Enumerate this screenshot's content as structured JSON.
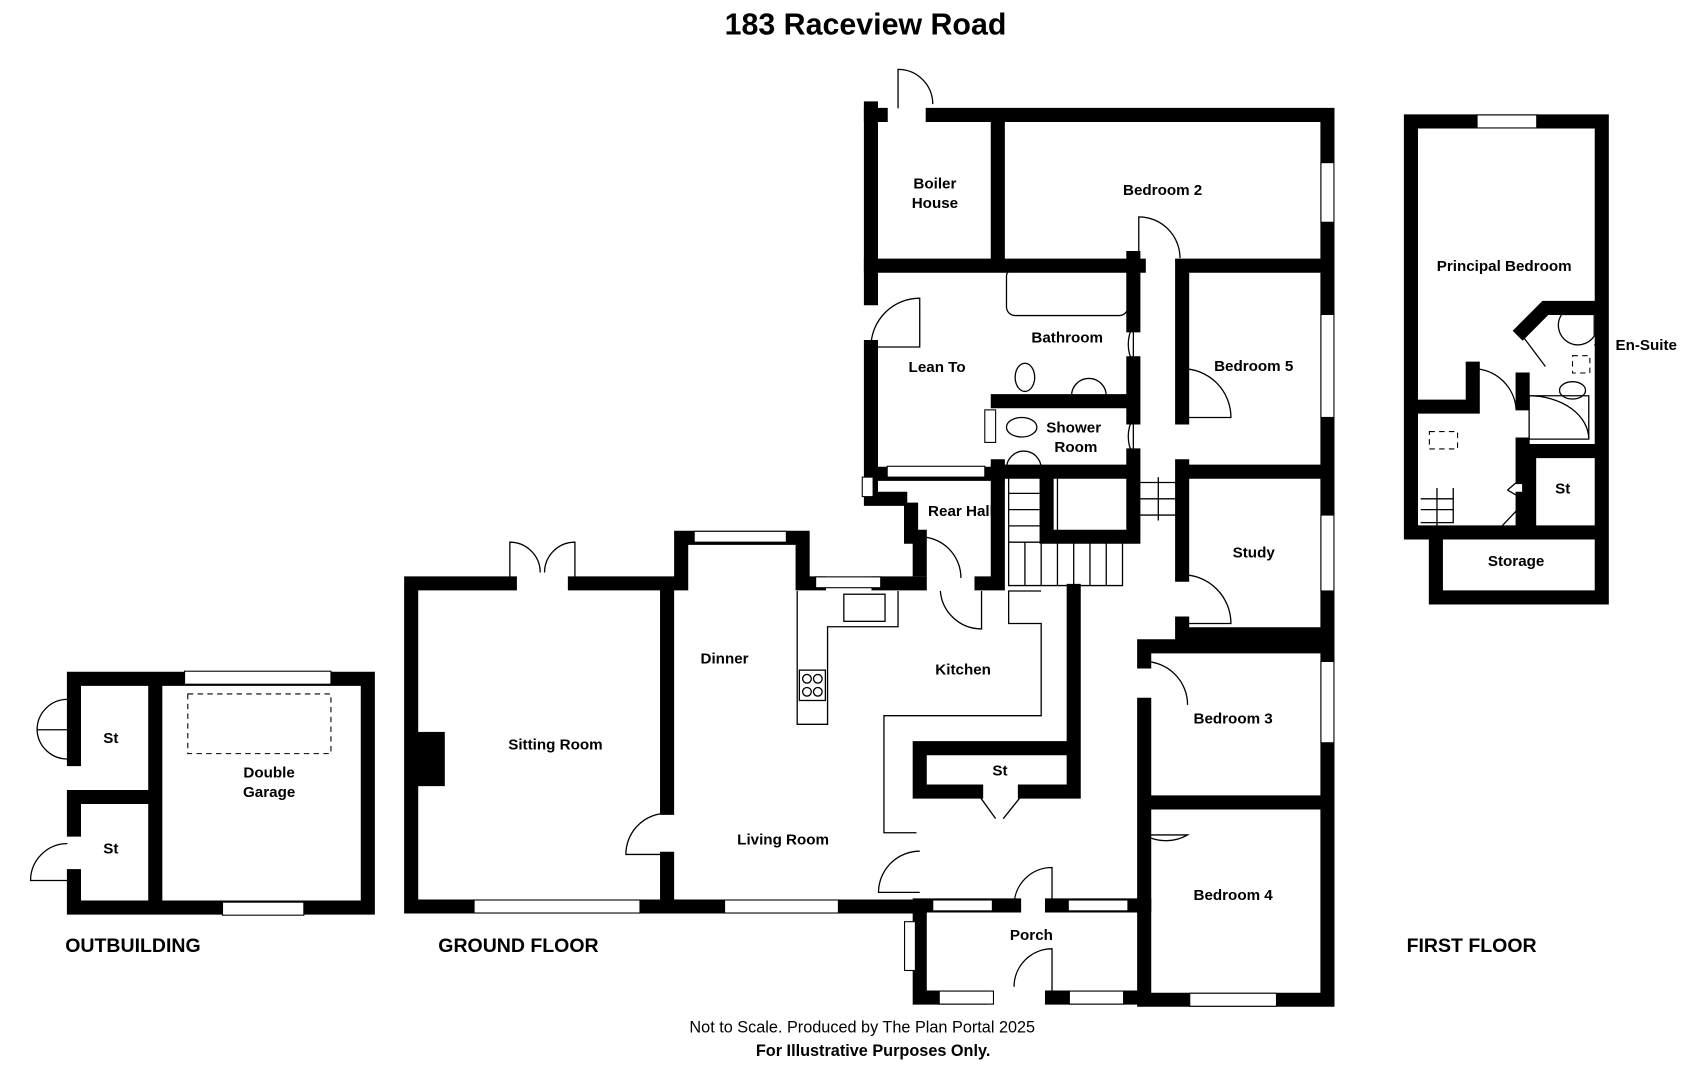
{
  "title": "183 Raceview Road",
  "floors": {
    "outbuilding": "OUTBUILDING",
    "ground": "GROUND FLOOR",
    "first": "FIRST FLOOR"
  },
  "rooms": {
    "st_out_1": "St",
    "st_out_2": "St",
    "garage_1": "Double",
    "garage_2": "Garage",
    "sitting": "Sitting Room",
    "dinner": "Dinner",
    "living": "Living Room",
    "kitchen": "Kitchen",
    "rear_hall": "Rear Hall",
    "lean_to": "Lean To",
    "boiler_1": "Boiler",
    "boiler_2": "House",
    "bathroom": "Bathroom",
    "shower_1": "Shower",
    "shower_2": "Room",
    "bedroom2": "Bedroom 2",
    "bedroom5": "Bedroom 5",
    "study": "Study",
    "bedroom3": "Bedroom 3",
    "bedroom4": "Bedroom 4",
    "st_ground": "St",
    "porch": "Porch",
    "principal": "Principal Bedroom",
    "ensuite": "En-Suite",
    "st_first": "St",
    "storage": "Storage"
  },
  "footer": {
    "line1": "Not to Scale. Produced by The Plan Portal 2025",
    "line2": "For Illustrative Purposes Only."
  }
}
